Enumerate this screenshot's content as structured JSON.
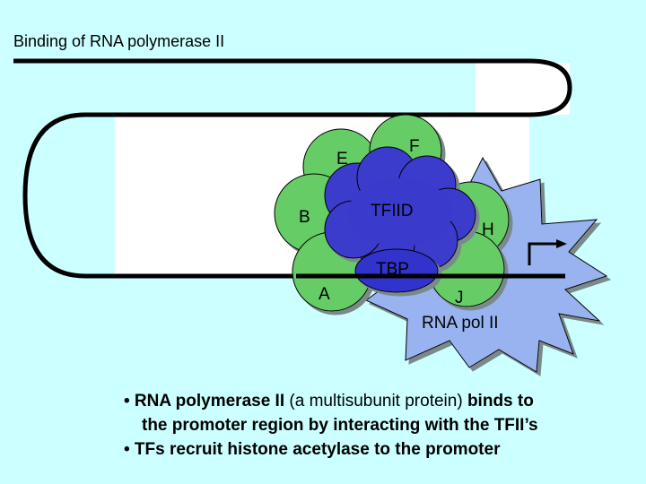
{
  "title": "Binding of RNA polymerase II",
  "factors": {
    "e": "E",
    "f": "F",
    "b": "B",
    "h": "H",
    "a": "A",
    "j": "J",
    "tfiid": "TFIID",
    "tbp": "TBP",
    "pol": "RNA pol II"
  },
  "bullets": [
    {
      "b1": "• RNA polymerase II",
      "n1": " (a multisubunit protein) ",
      "b2": "binds to",
      "cont": "the promoter region by interacting with the TFII’s"
    },
    {
      "text": "• TFs recruit histone acetylase to the promoter"
    }
  ],
  "colors": {
    "background": "#ccffff",
    "panel": "#ffffff",
    "green_factors": "#66cc66",
    "tfiid": "#3a3acc",
    "tbp": "#3333cc",
    "rna_pol": "#99b3f0"
  }
}
